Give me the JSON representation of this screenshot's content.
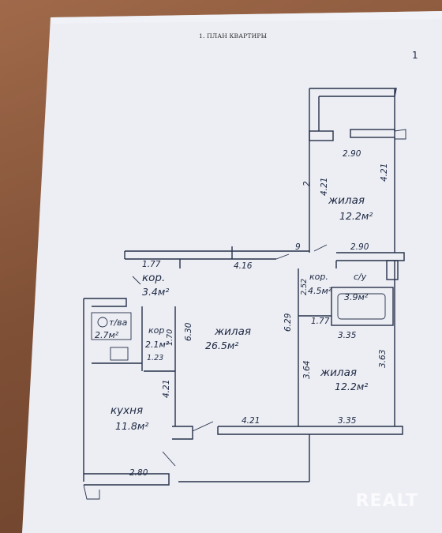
{
  "document": {
    "title": "1. ПЛАН КВАРТИРЫ",
    "page_mark": "1",
    "watermark": "REALT"
  },
  "rooms": {
    "bedroom_top": {
      "name": "жилая",
      "area": "12.2м²"
    },
    "corridor_left": {
      "name": "кор.",
      "area": "3.4м²"
    },
    "bath": {
      "name": "т/ва",
      "area": "2.7м²"
    },
    "corridor_small": {
      "name": "кор",
      "area": "2.1м²"
    },
    "living": {
      "name": "жилая",
      "area": "26.5м²"
    },
    "corridor_right": {
      "name": "кор.",
      "area": "4.5м²"
    },
    "wc": {
      "name": "с/у",
      "area": "3.9м²"
    },
    "bedroom_right": {
      "name": "жилая",
      "area": "12.2м²"
    },
    "kitchen": {
      "name": "кухня",
      "area": "11.8м²"
    }
  },
  "dimensions": {
    "top_width": "2.90",
    "top_left_height": "4.21",
    "top_right_height": "4.21",
    "top_wall_mark": "2",
    "mid_width": "2.90",
    "corr_177_top": "1.77",
    "span_416": "4.16",
    "door_mark_9": "9",
    "mid_252": "2.52",
    "height_629": "6.29",
    "corr_177_mid": "1.77",
    "width_335_mid": "3.35",
    "height_364": "3.64",
    "height_363": "3.63",
    "height_630": "6.30",
    "small_170": "1.70",
    "small_123": "1.23",
    "kitchen_height": "4.21",
    "bottom_421": "4.21",
    "bottom_335": "3.35",
    "bottom_280": "2.80"
  }
}
